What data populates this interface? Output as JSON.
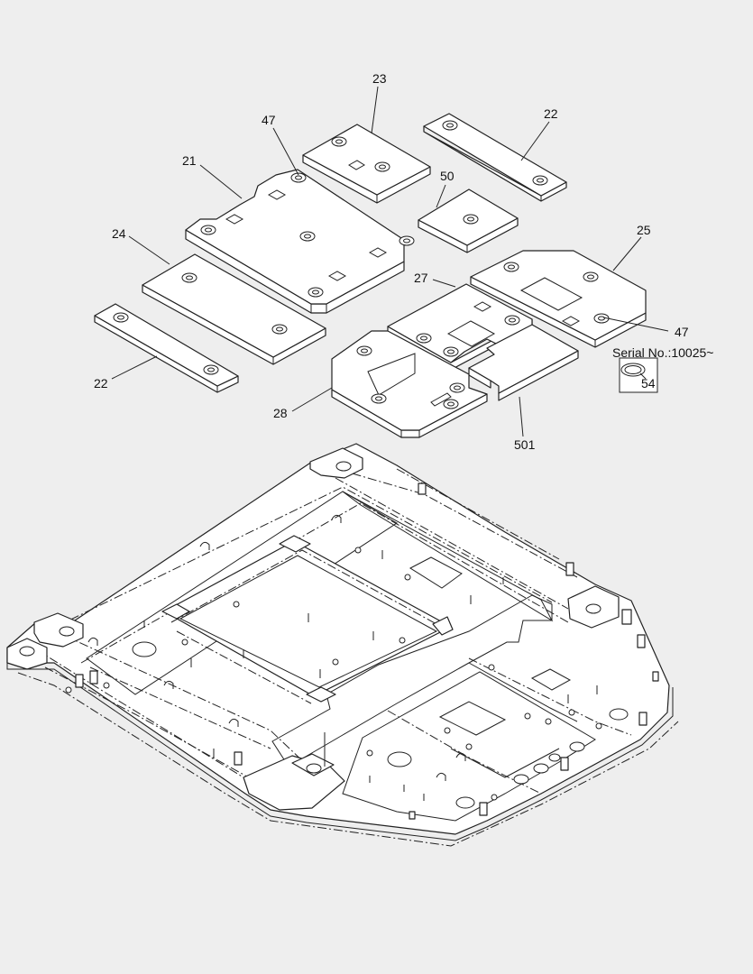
{
  "callouts": {
    "c23": "23",
    "c22_top": "22",
    "c47_top": "47",
    "c21": "21",
    "c50": "50",
    "c24": "24",
    "c25": "25",
    "c27": "27",
    "c47_right": "47",
    "c22_bottom": "22",
    "c28": "28",
    "c501": "501",
    "c54": "54"
  },
  "serial_note": "Serial No.:10025~"
}
